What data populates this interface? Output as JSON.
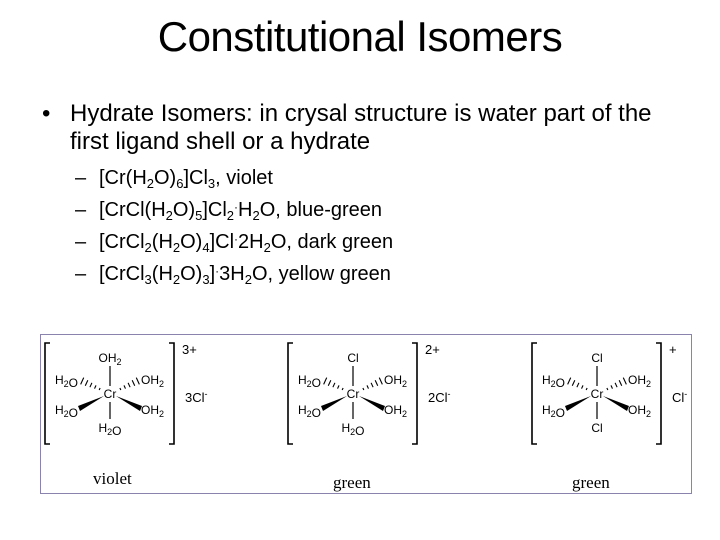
{
  "slide": {
    "title": "Constitutional Isomers",
    "bullet": {
      "marker": "•",
      "text": "Hydrate Isomers:  in crysal structure is water part of the first ligand shell or a hydrate"
    },
    "sub_bullets": [
      {
        "dash": "–",
        "parts": [
          "[Cr(H",
          "2",
          "O)",
          "6",
          "]Cl",
          "3",
          ", violet"
        ],
        "plain": "[Cr(H2O)6]Cl3, violet"
      },
      {
        "dash": "–",
        "parts": [
          "[CrCl(H",
          "2",
          "O)",
          "5",
          "]Cl",
          "2",
          "·",
          "H",
          "2",
          "O, blue-green"
        ],
        "plain": "[CrCl(H2O)5]Cl2·H2O, blue-green"
      },
      {
        "dash": "–",
        "parts": [
          "[CrCl",
          "2",
          "(H",
          "2",
          "O)",
          "4",
          "]Cl",
          "·",
          "2H",
          "2",
          "O, dark green"
        ],
        "plain": "[CrCl2(H2O)4]Cl·2H2O, dark green"
      },
      {
        "dash": "–",
        "parts": [
          "[CrCl",
          "3",
          "(H",
          "2",
          "O)",
          "3",
          "]",
          "·",
          "3H",
          "2",
          "O, yellow green"
        ],
        "plain": "[CrCl3(H2O)3]·3H2O, yellow green"
      }
    ]
  },
  "figure": {
    "border_color": "#8a83ad",
    "complexes": [
      {
        "center": "Cr",
        "top": "OH2",
        "bottom": "H2O",
        "upper_left": "H2O",
        "upper_right": "OH2",
        "lower_left": "H2O",
        "lower_right": "OH2",
        "charge": "3+",
        "counter_ion": "3Cl",
        "counter_ion_charge": "-",
        "color_label": "violet"
      },
      {
        "center": "Cr",
        "top": "Cl",
        "bottom": "H2O",
        "upper_left": "H2O",
        "upper_right": "OH2",
        "lower_left": "H2O",
        "lower_right": "OH2",
        "charge": "2+",
        "counter_ion": "2Cl",
        "counter_ion_charge": "-",
        "color_label": "green"
      },
      {
        "center": "Cr",
        "top": "Cl",
        "bottom": "Cl",
        "upper_left": "H2O",
        "upper_right": "OH2",
        "lower_left": "H2O",
        "lower_right": "OH2",
        "charge": "+",
        "counter_ion": "Cl",
        "counter_ion_charge": "-",
        "color_label": "green"
      }
    ]
  }
}
